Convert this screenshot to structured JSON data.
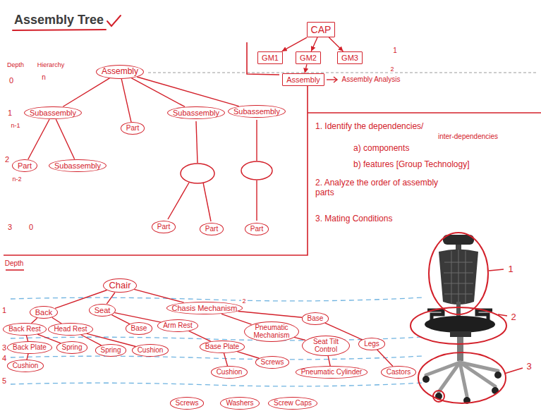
{
  "diagram": {
    "title": "Assembly Tree",
    "nodes": [
      {
        "text": [
          "Assembly"
        ]
      },
      {
        "text": [
          "Subassembly"
        ]
      },
      {
        "text": [
          "Part"
        ]
      },
      {
        "text": [
          "Subassembly"
        ]
      },
      {
        "text": [
          "Subassembly"
        ]
      },
      {
        "text": [
          "Part"
        ]
      },
      {
        "text": [
          "Subassembly"
        ]
      },
      {
        "text": [
          "Part"
        ]
      },
      {
        "text": [
          "Part"
        ]
      },
      {
        "text": [
          "Part"
        ]
      },
      {
        "text": [
          "CAP"
        ]
      },
      {
        "text": [
          "GM1"
        ]
      },
      {
        "text": [
          "GM2"
        ]
      },
      {
        "text": [
          "GM3"
        ]
      },
      {
        "text": [
          "Assembly"
        ]
      },
      {
        "text": [
          "Chair"
        ]
      },
      {
        "text": [
          "Back"
        ]
      },
      {
        "text": [
          "Seat"
        ]
      },
      {
        "text": [
          "Chasis Mechanism"
        ]
      },
      {
        "text": [
          "Back Rest"
        ]
      },
      {
        "text": [
          "Head Rest"
        ]
      },
      {
        "text": [
          "Base"
        ]
      },
      {
        "text": [
          "Arm Rest"
        ]
      },
      {
        "text": [
          "Pneumatic Mechanism"
        ]
      },
      {
        "text": [
          "Base"
        ]
      },
      {
        "text": [
          "Back Plate"
        ]
      },
      {
        "text": [
          "Spring"
        ]
      },
      {
        "text": [
          "Spring"
        ]
      },
      {
        "text": [
          "Cushion"
        ]
      },
      {
        "text": [
          "Base Plate"
        ]
      },
      {
        "text": [
          "Screws"
        ]
      },
      {
        "text": [
          "Seat Tilt Control"
        ]
      },
      {
        "text": [
          "Legs"
        ]
      },
      {
        "text": [
          "Cushion"
        ]
      },
      {
        "text": [
          "Cushion"
        ]
      },
      {
        "text": [
          "Pneumatic Cylinder"
        ]
      },
      {
        "text": [
          "Castors"
        ]
      },
      {
        "text": [
          "Screws"
        ]
      },
      {
        "text": [
          "Washers"
        ]
      },
      {
        "text": [
          "Screw Caps"
        ]
      }
    ],
    "edges": [
      {
        "from": 0,
        "to": 1,
        "arrow": "none"
      },
      {
        "from": 0,
        "to": 2,
        "arrow": "none"
      },
      {
        "from": 0,
        "to": 3,
        "arrow": "none"
      },
      {
        "from": 0,
        "to": 4,
        "arrow": "none"
      },
      {
        "from": 1,
        "to": 5,
        "arrow": "none"
      },
      {
        "from": 1,
        "to": 6,
        "arrow": "none"
      },
      {
        "from": 10,
        "to": 11,
        "arrow": "to"
      },
      {
        "from": 10,
        "to": 12,
        "arrow": "to"
      },
      {
        "from": 10,
        "to": 13,
        "arrow": "to"
      },
      {
        "from": 12,
        "to": 14,
        "arrow": "to"
      },
      {
        "from": 15,
        "to": 16,
        "arrow": "none"
      },
      {
        "from": 15,
        "to": 17,
        "arrow": "none"
      },
      {
        "from": 15,
        "to": 18,
        "arrow": "none"
      },
      {
        "from": 16,
        "to": 19,
        "arrow": "none"
      },
      {
        "from": 16,
        "to": 20,
        "arrow": "none"
      },
      {
        "from": 17,
        "to": 21,
        "arrow": "none"
      },
      {
        "from": 17,
        "to": 22,
        "arrow": "none"
      },
      {
        "from": 18,
        "to": 23,
        "arrow": "none"
      },
      {
        "from": 18,
        "to": 24,
        "arrow": "none"
      },
      {
        "from": 19,
        "to": 25,
        "arrow": "none"
      },
      {
        "from": 19,
        "to": 26,
        "arrow": "none"
      },
      {
        "from": 20,
        "to": 27,
        "arrow": "none"
      },
      {
        "from": 20,
        "to": 28,
        "arrow": "none"
      },
      {
        "from": 22,
        "to": 29,
        "arrow": "none"
      },
      {
        "from": 29,
        "to": 30,
        "arrow": "none"
      },
      {
        "from": 23,
        "to": 31,
        "arrow": "none"
      },
      {
        "from": 24,
        "to": 32,
        "arrow": "none"
      },
      {
        "from": 25,
        "to": 33,
        "arrow": "none"
      },
      {
        "from": 29,
        "to": 34,
        "arrow": "none"
      },
      {
        "from": 31,
        "to": 35,
        "arrow": "none"
      },
      {
        "from": 32,
        "to": 36,
        "arrow": "none"
      }
    ],
    "labels": [
      "Depth",
      "Hierarchy",
      "0",
      "n",
      "1",
      "n-1",
      "2",
      "n-2",
      "3",
      "0",
      "1",
      "Assembly Analysis",
      "2",
      "1. Identify the dependencies/",
      "inter-dependencies",
      "a) components",
      "b) features [Group Technology]",
      "2. Analyze the order of assembly parts",
      "3. Mating Conditions",
      "Depth",
      "1",
      "2",
      "3",
      "4",
      "5",
      "1",
      "2",
      "3"
    ]
  }
}
